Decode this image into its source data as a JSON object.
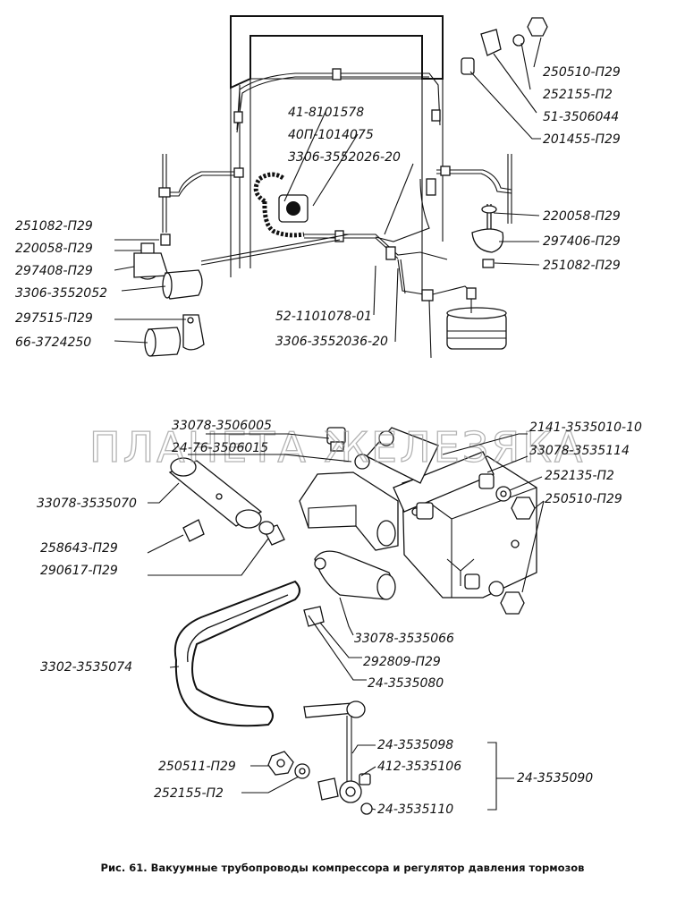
{
  "watermark": "ПЛАНЕТА ЖЕЛЕЗЯКА",
  "caption": "Рис. 61. Вакуумные трубопроводы компрессора и регулятор давления тормозов",
  "top_labels": {
    "p250510": "250510-П29",
    "p252155": "252155-П2",
    "p51": "51-3506044",
    "p201455": "201455-П29",
    "p41": "41-8101578",
    "p40p": "40П-1014075",
    "p3306_026": "3306-3552026-20",
    "p251082_l": "251082-П29",
    "p220058_l": "220058-П29",
    "p297408": "297408-П29",
    "p3306_052": "3306-3552052",
    "p297515": "297515-П29",
    "p66": "66-3724250",
    "p52": "52-1101078-01",
    "p3306_036": "3306-3552036-20",
    "p220058_r": "220058-П29",
    "p297406": "297406-П29",
    "p251082_r": "251082-П29"
  },
  "bottom_labels": {
    "p33078_005": "33078-3506005",
    "p24_76": "24-76-3506015",
    "p2141": "2141-3535010-10",
    "p33078_114": "33078-3535114",
    "p252135": "252135-П2",
    "p250510": "250510-П29",
    "p33078_070": "33078-3535070",
    "p258643": "258643-П29",
    "p290617": "290617-П29",
    "p33078_066": "33078-3535066",
    "p292809": "292809-П29",
    "p3302": "3302-3535074",
    "p24_080": "24-3535080",
    "p24_098": "24-3535098",
    "p412": "412-3535106",
    "p24_110": "24-3535110",
    "p24_090": "24-3535090",
    "p250511": "250511-П29",
    "p252155": "252155-П2"
  }
}
